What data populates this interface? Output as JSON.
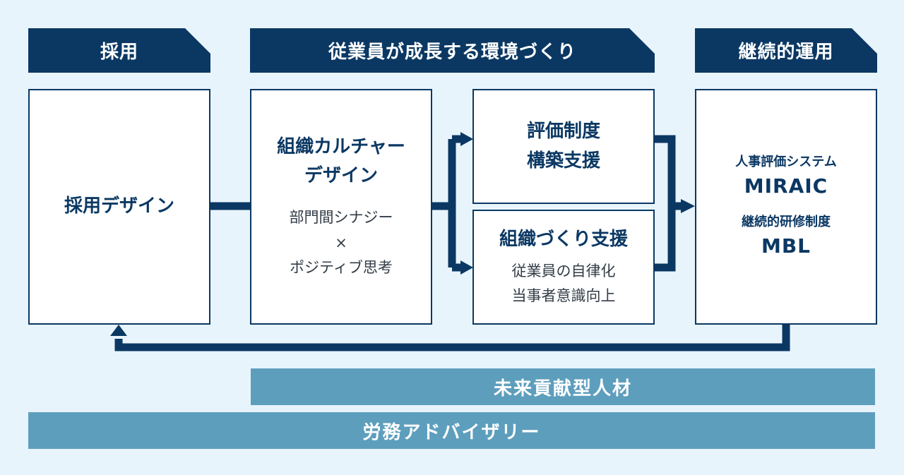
{
  "headers": {
    "recruit": "採用",
    "environment": "従業員が成長する環境づくり",
    "operation": "継続的運用"
  },
  "boxes": {
    "recruit_design": {
      "title": "採用デザイン"
    },
    "culture_design": {
      "title_line1": "組織カルチャー",
      "title_line2": "デザイン",
      "sub_line1": "部門間シナジー",
      "sub_line2": "×",
      "sub_line3": "ポジティブ思考"
    },
    "evaluation": {
      "title_line1": "評価制度",
      "title_line2": "構築支援"
    },
    "org_building": {
      "title": "組織づくり支援",
      "sub_line1": "従業員の自律化",
      "sub_line2": "当事者意識向上"
    },
    "systems": {
      "label1": "人事評価システム",
      "name1": "MIRAIC",
      "label2": "継続的研修制度",
      "name2": "MBL"
    }
  },
  "bands": {
    "future_talent": "未来貢献型人材",
    "labor_advisory": "労務アドバイザリー"
  },
  "colors": {
    "navy": "#0b3863",
    "band": "#5e9ebd",
    "background": "#e8f4fb"
  }
}
